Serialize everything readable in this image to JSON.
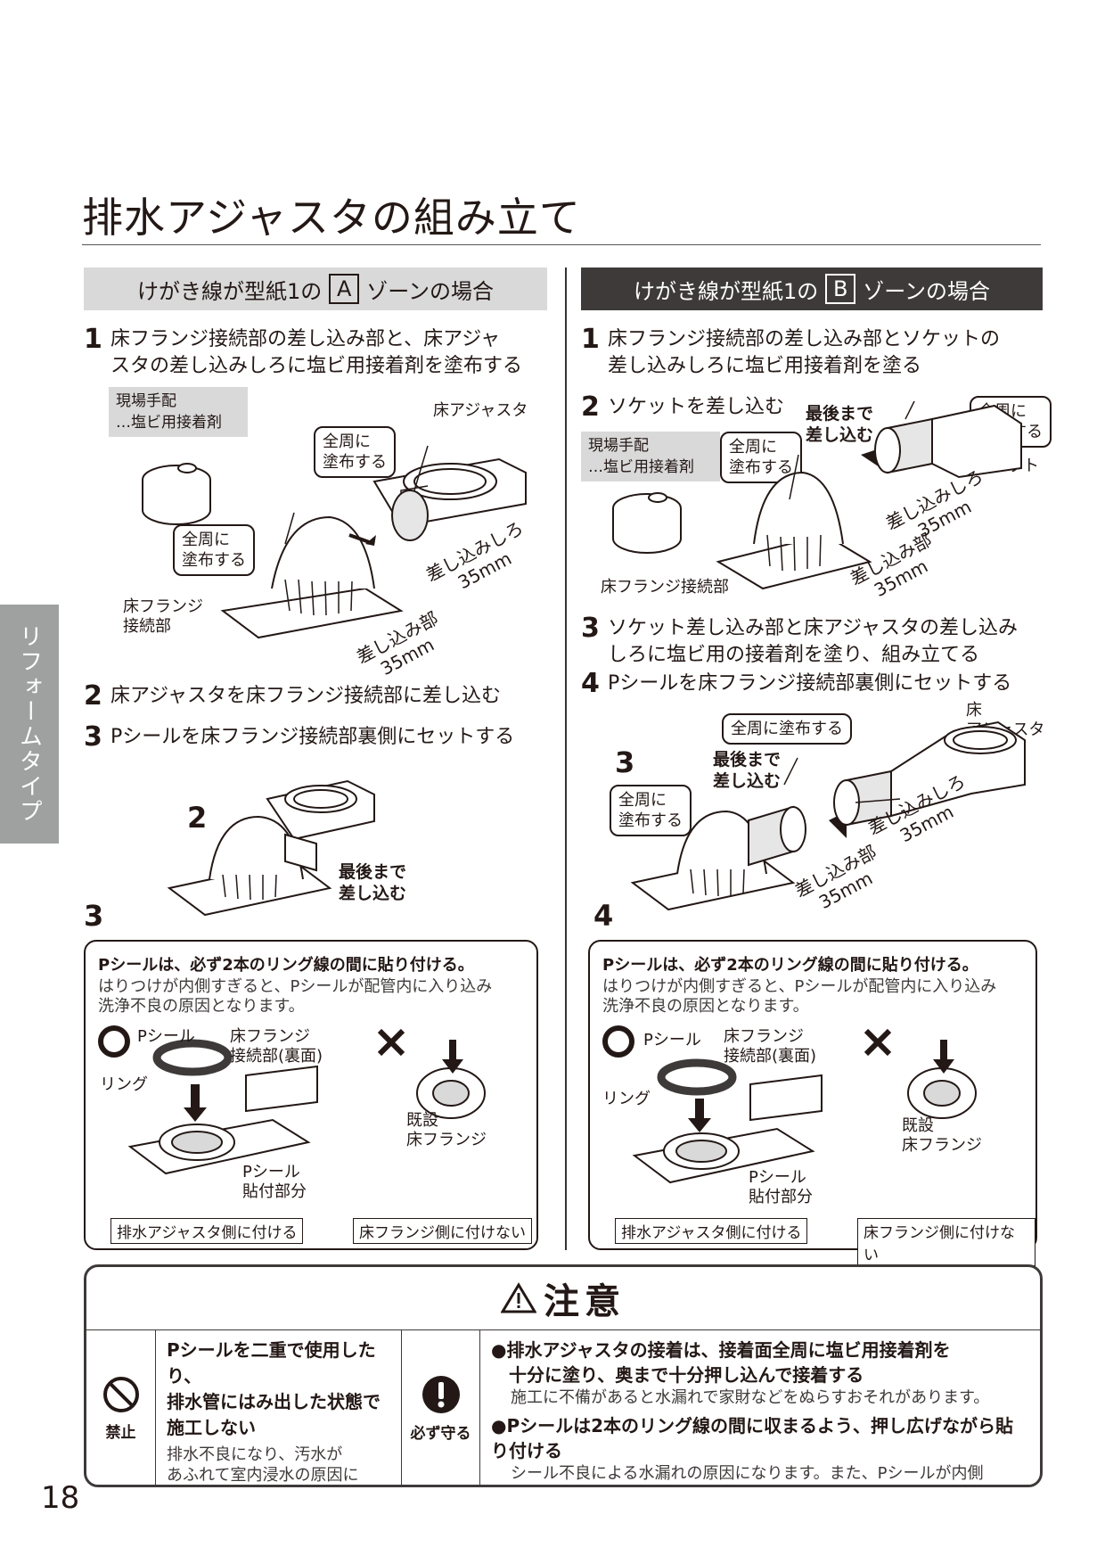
{
  "page": {
    "title": "排水アジャスタの組み立て",
    "side_tab": "リフォームタイプ",
    "page_number": "18"
  },
  "left": {
    "header_pre": "けがき線が型紙1の",
    "header_zone": "A",
    "header_post": "ゾーンの場合",
    "step1_num": "1",
    "step1_text": "床フランジ接続部の差し込み部と、床アジャ\nスタの差し込みしろに塩ビ用接着剤を塗布する",
    "onsite": "現場手配\n…塩ビ用接着剤",
    "label_adjuster": "床アジャスタ",
    "callout_coat1": "全周に\n塗布する",
    "callout_coat2": "全周に\n塗布する",
    "label_flange": "床フランジ\n接続部",
    "dim_margin": "差し込みしろ\n35mm",
    "dim_insert": "差し込み部\n35mm",
    "step2_num": "2",
    "step2_text": "床アジャスタを床フランジ接続部に差し込む",
    "step3_num": "3",
    "step3_text": "Pシールを床フランジ接続部裏側にセットする",
    "fig_num2": "2",
    "fig_num3": "3",
    "push_label": "最後まで\n差し込む"
  },
  "right": {
    "header_pre": "けがき線が型紙1の",
    "header_zone": "B",
    "header_post": "ゾーンの場合",
    "step1_num": "1",
    "step1_text": "床フランジ接続部の差し込み部とソケットの\n差し込みしろに塩ビ用接着剤を塗る",
    "step2_num": "2",
    "step2_text": "ソケットを差し込む",
    "push_label": "最後まで\n差し込む",
    "callout_coat1": "全周に\n塗布する",
    "callout_coat2": "全周に\n塗布する",
    "onsite": "現場手配\n…塩ビ用接着剤",
    "label_socket": "ソケット",
    "dim_margin": "差し込みしろ\n35mm",
    "dim_insert": "差し込み部\n35mm",
    "label_flange": "床フランジ接続部",
    "step3_num": "3",
    "step3_text": "ソケット差し込み部と床アジャスタの差し込み\nしろに塩ビ用の接着剤を塗り、組み立てる",
    "step4_num": "4",
    "step4_text": "Pシールを床フランジ接続部裏側にセットする",
    "callout_all": "全周に塗布する",
    "label_adjuster": "床\nアジャスタ",
    "fig_num3": "3",
    "push_label2": "最後まで\n差し込む",
    "callout_coat3": "全周に\n塗布する",
    "dim_margin2": "差し込みしろ\n35mm",
    "dim_insert2": "差し込み部\n35mm",
    "fig_num4": "4"
  },
  "pseal": {
    "heading": "Pシールは、必ず2本のリング線の間に貼り付ける。",
    "note": "はりつけが内側すぎると、Pシールが配管内に入り込み\n洗浄不良の原因となります。",
    "ok_label": "Pシール",
    "flange_back": "床フランジ\n接続部(裏面)",
    "ring": "リング",
    "attach_part": "Pシール\n貼付部分",
    "existing": "既設\n床フランジ",
    "tag_ok": "排水アジャスタ側に付ける",
    "tag_ng": "床フランジ側に付けない"
  },
  "pseal_right": {
    "ok_label": "Pシール",
    "flange_back": "床フランジ\n接続部(裏面)"
  },
  "caution": {
    "title": "注意",
    "prohibit_caption": "禁止",
    "prohibit_main": "Pシールを二重で使用したり、\n排水管にはみ出した状態で\n施工しない",
    "prohibit_sub": "排水不良になり、汚水が\nあふれて室内浸水の原因に\nなります。",
    "must_caption": "必ず守る",
    "must1_main": "●排水アジャスタの接着は、接着面全周に塩ビ用接着剤を\n　十分に塗り、奥まで十分押し込んで接着する",
    "must1_sub": "施工に不備があると水漏れで家財などをぬらすおそれがあります。",
    "must2_main": "●Pシールは2本のリング線の間に収まるよう、押し広げながら貼り付ける",
    "must2_sub": "シール不良による水漏れの原因になります。また、Pシールが内側\nすぎると、Pシールが配管内に入り込み、排水不良になります。"
  },
  "colors": {
    "header_a_bg": "#d9d9d9",
    "header_b_bg": "#3e3a39",
    "tab_bg": "#9fa0a0"
  }
}
